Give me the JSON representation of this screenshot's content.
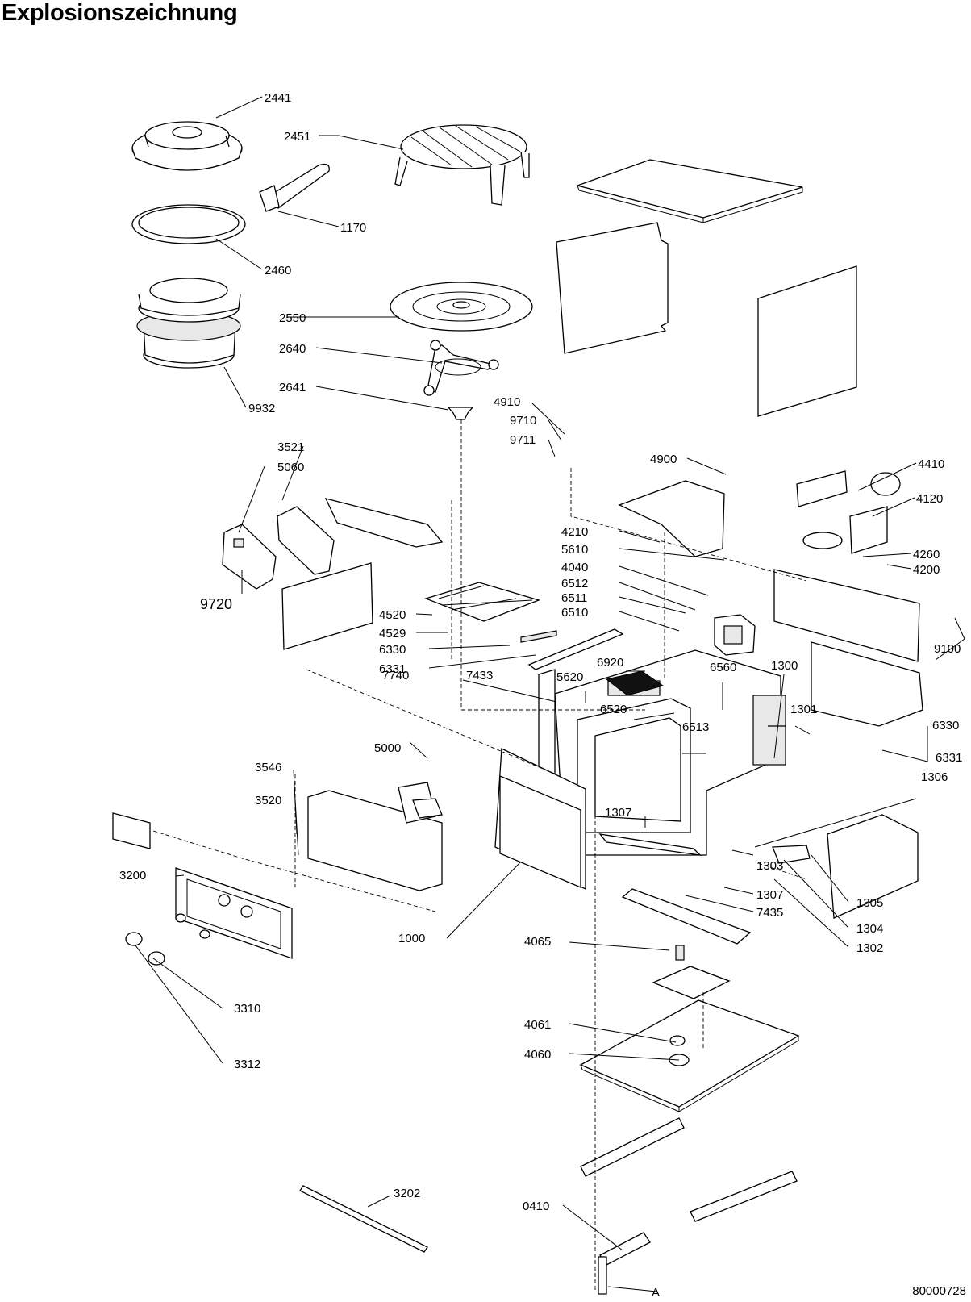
{
  "title": "Explosionszeichnung",
  "document_number": "80000728",
  "reference_letter": "A",
  "callouts": {
    "c2441": "2441",
    "c2451": "2451",
    "c1170": "1170",
    "c2460": "2460",
    "c2550": "2550",
    "c2640": "2640",
    "c2641": "2641",
    "c9932": "9932",
    "c4910": "4910",
    "c9710": "9710",
    "c9711": "9711",
    "c4900": "4900",
    "c4410": "4410",
    "c4120": "4120",
    "c3521": "3521",
    "c5060": "5060",
    "c9720": "9720",
    "c4210": "4210",
    "c5610": "5610",
    "c4040": "4040",
    "c6512": "6512",
    "c6511": "6511",
    "c6510": "6510",
    "c4260": "4260",
    "c4200": "4200",
    "c4520": "4520",
    "c4529": "4529",
    "c6330a": "6330",
    "c6331a": "6331",
    "c9100": "9100",
    "c7740": "7740",
    "c7433": "7433",
    "c5620": "5620",
    "c6920": "6920",
    "c6560": "6560",
    "c1300": "1300",
    "c6520": "6520",
    "c1301": "1301",
    "c6330b": "6330",
    "c6513": "6513",
    "c6331b": "6331",
    "c5000": "5000",
    "c3546": "3546",
    "c1306": "1306",
    "c3520": "3520",
    "c1307a": "1307",
    "c3200": "3200",
    "c1303": "1303",
    "c1307b": "1307",
    "c7435": "7435",
    "c1305": "1305",
    "c1000": "1000",
    "c1304": "1304",
    "c4065": "4065",
    "c1302": "1302",
    "c3310": "3310",
    "c4061": "4061",
    "c4060": "4060",
    "c3312": "3312",
    "c3202": "3202",
    "c0410": "0410"
  }
}
